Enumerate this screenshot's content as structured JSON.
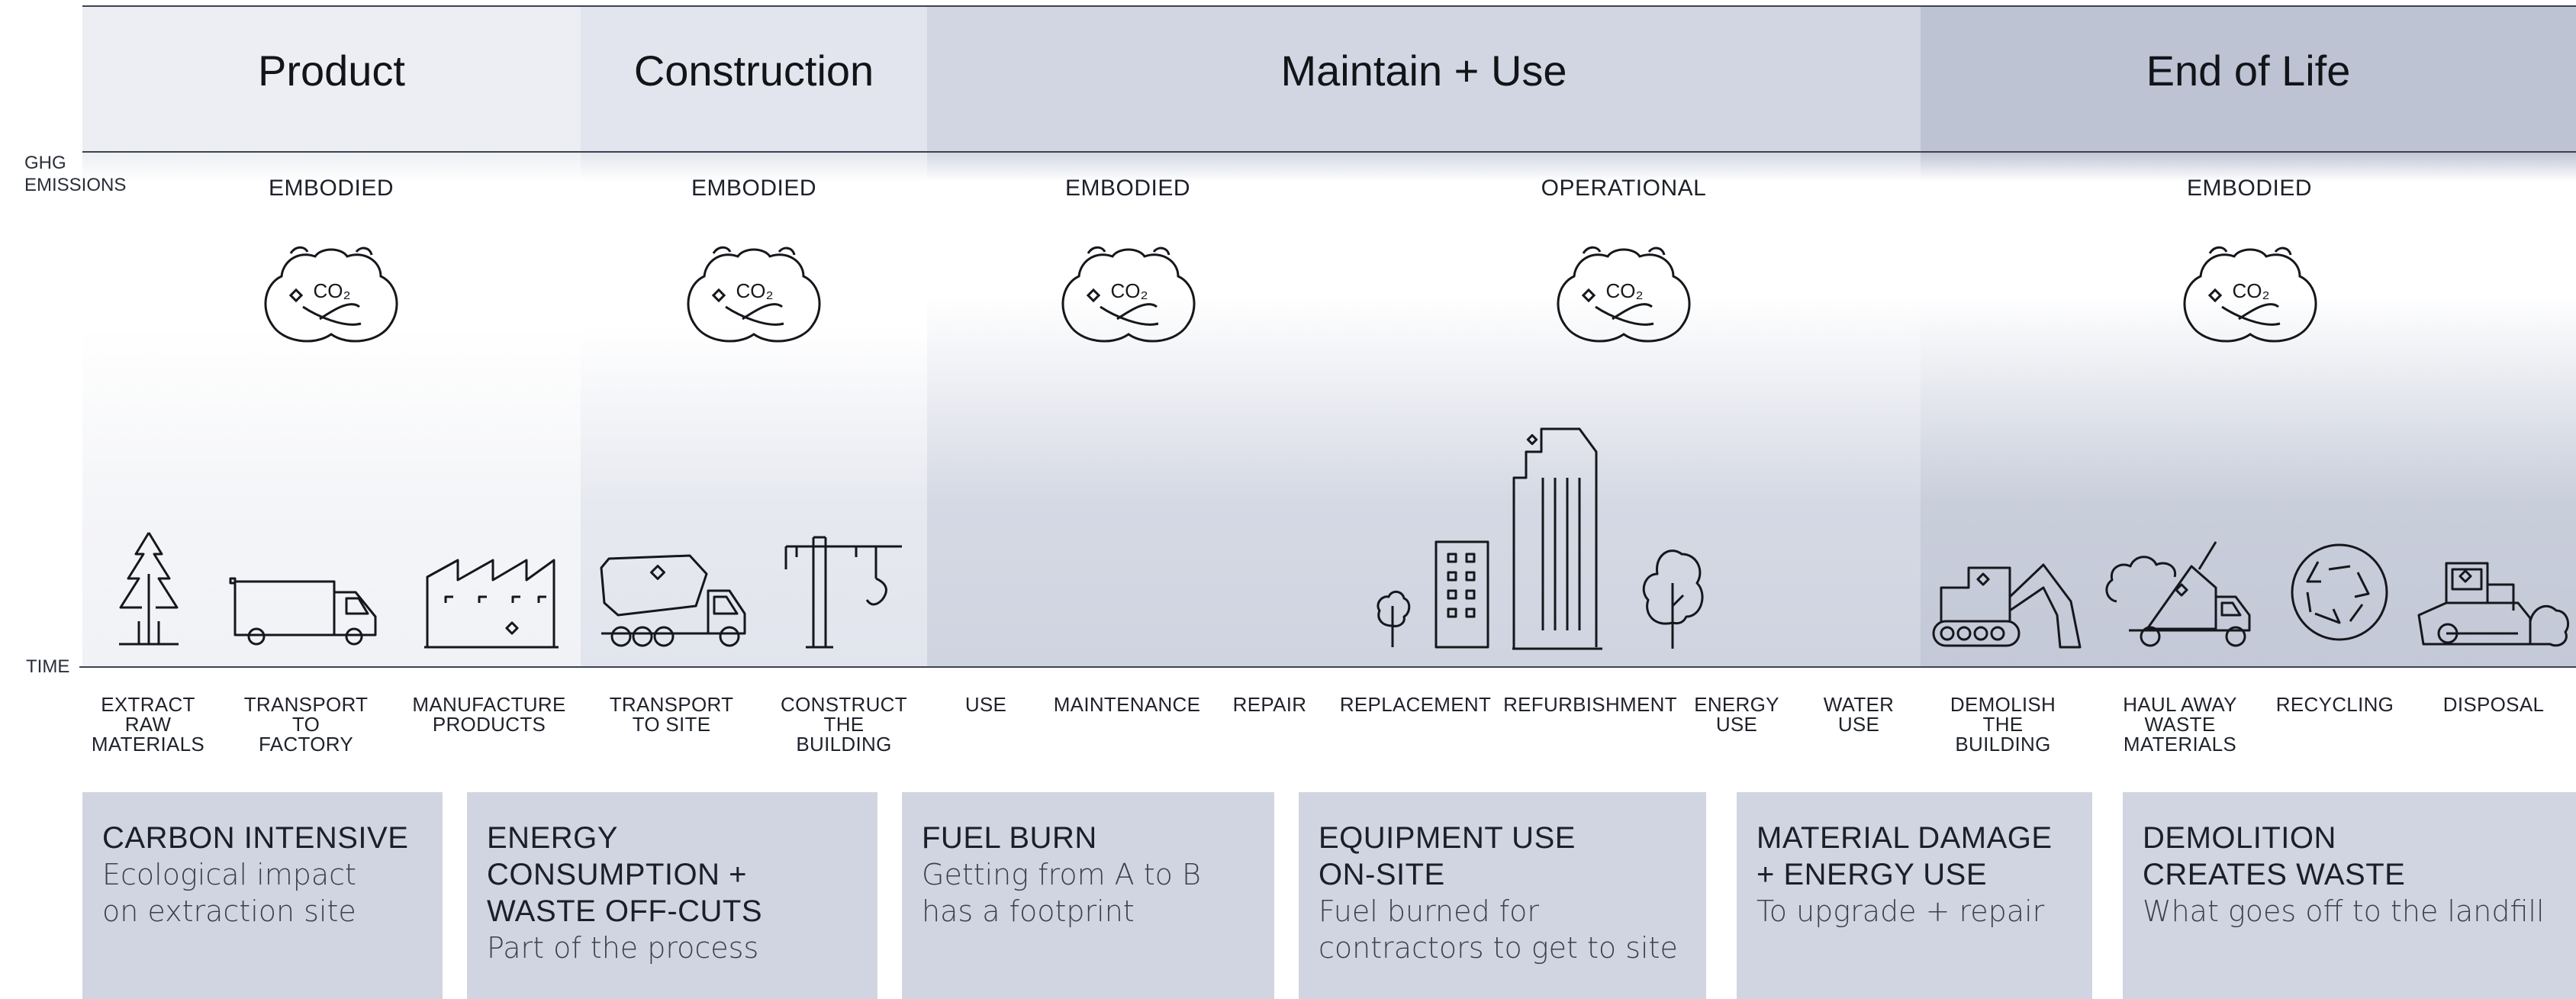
{
  "phases": [
    {
      "title": "Product"
    },
    {
      "title": "Construction"
    },
    {
      "title": "Maintain + Use"
    },
    {
      "title": "End of Life"
    }
  ],
  "axis": {
    "ghg": "GHG EMISSIONS",
    "time": "TIME"
  },
  "emissions": {
    "product": "EMBODIED",
    "construction": "EMBODIED",
    "maintain": "EMBODIED",
    "operational": "OPERATIONAL",
    "end": "EMBODIED"
  },
  "co2": "CO₂",
  "steps": [
    "EXTRACT RAW MATERIALS",
    "TRANSPORT TO FACTORY",
    "MANUFACTURE PRODUCTS",
    "TRANSPORT TO SITE",
    "CONSTRUCT THE BUILDING",
    "USE",
    "MAINTENANCE",
    "REPAIR",
    "REPLACEMENT",
    "REFURBISHMENT",
    "ENERGY USE",
    "WATER USE",
    "DEMOLISH THE BUILDING",
    "HAUL AWAY WASTE MATERIALS",
    "RECYCLING",
    "DISPOSAL"
  ],
  "cards": [
    {
      "title": "CARBON INTENSIVE",
      "body": "Ecological impact on extraction site"
    },
    {
      "title": "ENERGY CONSUMPTION + WASTE OFF-CUTS",
      "body": "Part of the process"
    },
    {
      "title": "FUEL BURN",
      "body": "Getting from A to B has a footprint"
    },
    {
      "title": "EQUIPMENT USE ON-SITE",
      "body": "Fuel burned for contractors to get to site"
    },
    {
      "title": "MATERIAL DAMAGE + ENERGY USE",
      "body": "To upgrade + repair"
    },
    {
      "title": "DEMOLITION CREATES WASTE",
      "body": "What goes off to the landfill"
    }
  ]
}
